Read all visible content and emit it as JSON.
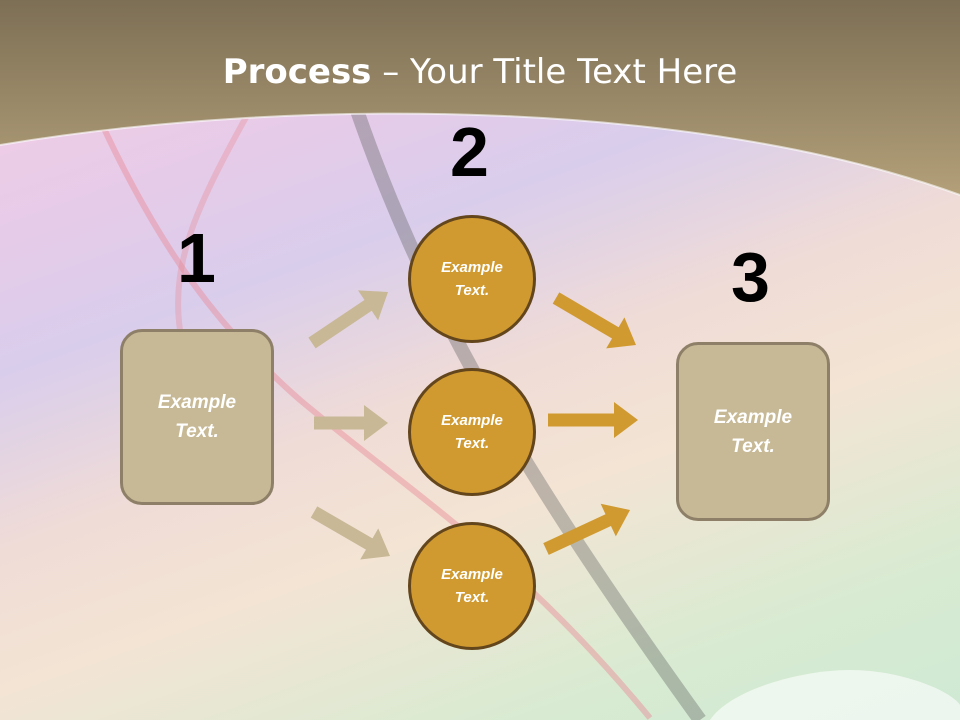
{
  "title": {
    "bold": "Process",
    "rest": " – Your Title Text Here"
  },
  "steps": [
    {
      "number": "1",
      "text": "Example Text."
    },
    {
      "number": "2",
      "items": [
        "Example Text.",
        "Example Text.",
        "Example Text."
      ]
    },
    {
      "number": "3",
      "text": "Example Text."
    }
  ],
  "colors": {
    "box": "#c7b995",
    "circle": "#d09a30",
    "arrow_left": "#c8b896",
    "arrow_right": "#d09a30",
    "header": "#9c8a64"
  }
}
